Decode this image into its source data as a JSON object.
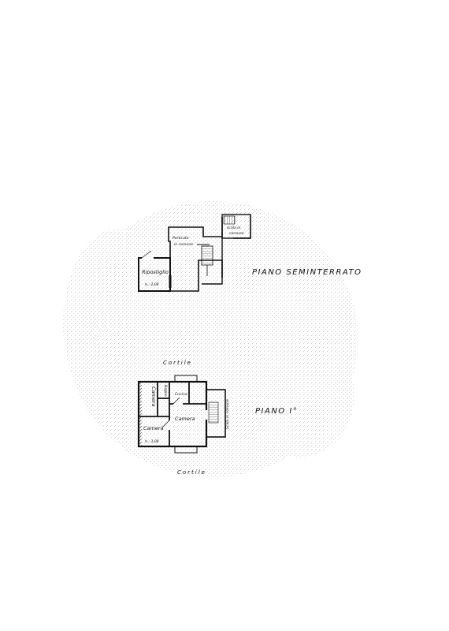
{
  "basement": {
    "title": "PIANO SEMINTERRATO",
    "rooms": {
      "storage": "Ripostiglio",
      "storage_height": "h.: 2,09",
      "shared_hall_1": "Porticato",
      "shared_hall_2": "in comune",
      "shared_stairs_1": "scala in",
      "shared_stairs_2": "comune"
    }
  },
  "first_floor": {
    "title": "PIANO I°",
    "courtyard_top": "Cortile",
    "courtyard_bottom": "Cortile",
    "rooms": {
      "bedroom_1": "Camera",
      "bathroom": "Bagno",
      "kitchen": "Cucina",
      "bedroom_2": "Camera",
      "bedroom_3": "Camera",
      "room_height": "h.: 3,08",
      "shared_stairs": "Scala in comune"
    }
  }
}
